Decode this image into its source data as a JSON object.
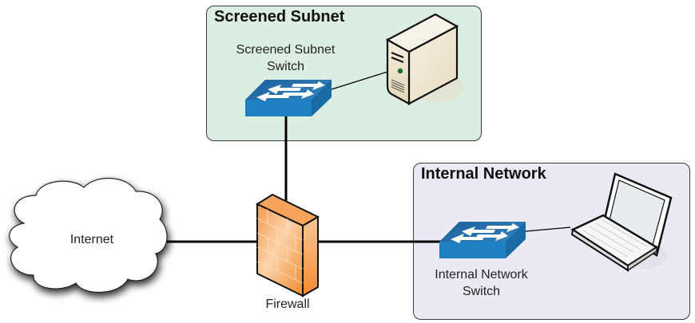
{
  "diagram": {
    "zones": [
      {
        "id": "screened-subnet",
        "title": "Screened Subnet",
        "fill": "#dceee2"
      },
      {
        "id": "internal-network",
        "title": "Internal Network",
        "fill": "#ebe9f3"
      }
    ],
    "nodes": {
      "internet": {
        "label": "Internet",
        "icon": "cloud-icon"
      },
      "firewall": {
        "label": "Firewall",
        "icon": "firewall-brick-wall-icon",
        "color": "#f5923a"
      },
      "dmz_switch": {
        "label_line1": "Screened Subnet",
        "label_line2": "Switch",
        "icon": "network-switch-icon",
        "color": "#1f7fc1"
      },
      "internal_switch": {
        "label_line1": "Internal Network",
        "label_line2": "Switch",
        "icon": "network-switch-icon",
        "color": "#1f7fc1"
      },
      "server": {
        "icon": "server-tower-icon",
        "color": "#ede3cc"
      },
      "laptop": {
        "icon": "laptop-icon",
        "color": "#f4f4f4"
      }
    },
    "links": [
      {
        "from": "internet",
        "to": "firewall"
      },
      {
        "from": "firewall",
        "to": "dmz_switch"
      },
      {
        "from": "firewall",
        "to": "internal_switch"
      },
      {
        "from": "dmz_switch",
        "to": "server"
      },
      {
        "from": "internal_switch",
        "to": "laptop"
      }
    ]
  }
}
